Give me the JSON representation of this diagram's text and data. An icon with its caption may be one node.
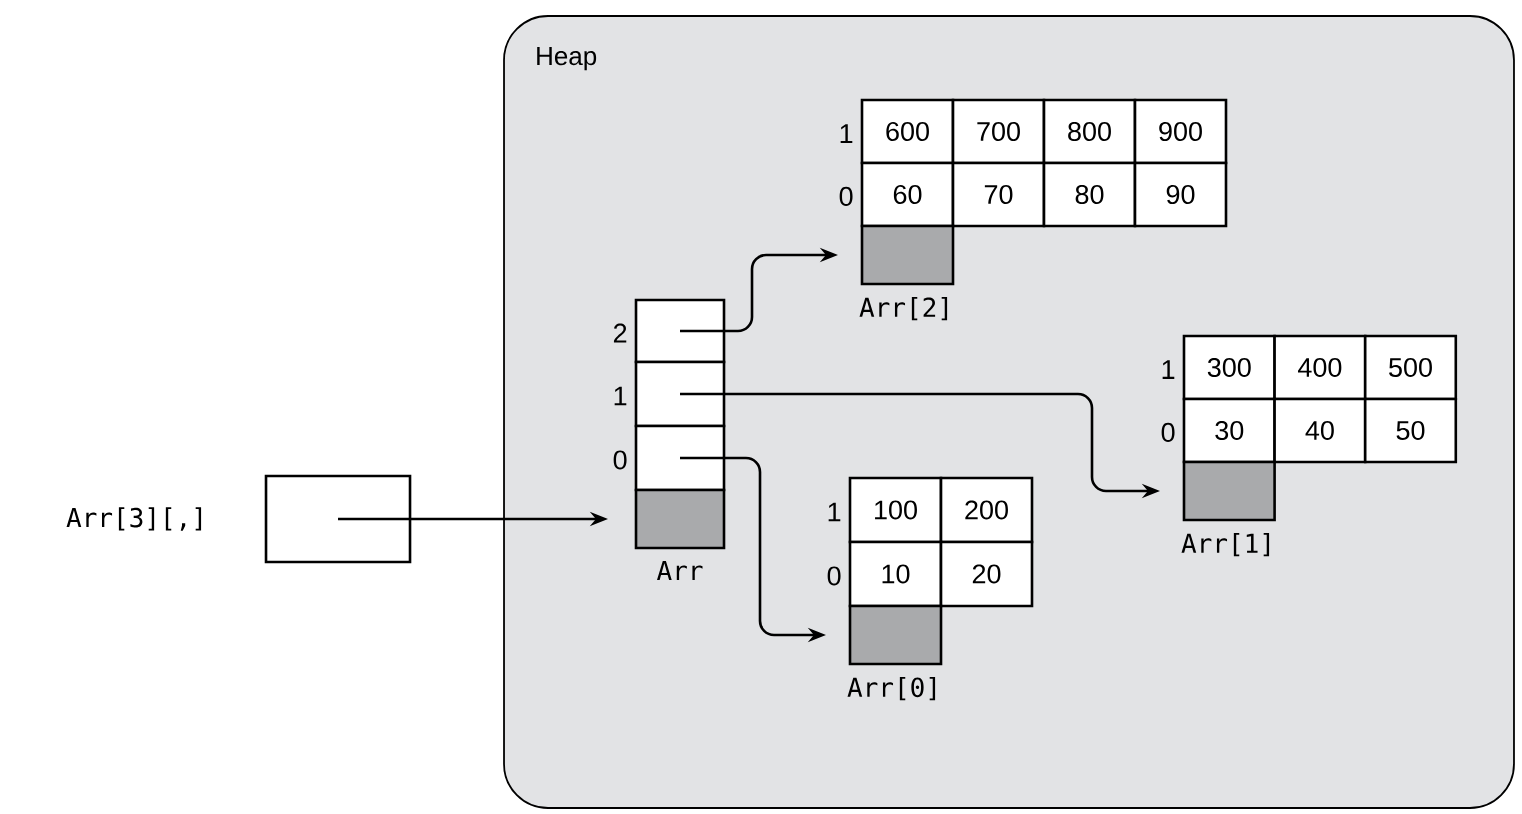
{
  "diagram": {
    "nodes": [
      {
        "text": [
          "Heap"
        ]
      },
      {
        "text": [
          "Arr[3][,]"
        ]
      },
      {
        "text": [],
        "shape": "box",
        "in": 0,
        "beside": [
          "2"
        ]
      },
      {
        "text": [],
        "shape": "box",
        "in": 0,
        "beside": [
          "1"
        ]
      },
      {
        "text": [],
        "shape": "box",
        "in": 0,
        "beside": [
          "0"
        ]
      },
      {
        "text": [],
        "shape": "box",
        "in": 0,
        "beside": [
          "Arr"
        ]
      },
      {
        "text": [
          "600"
        ],
        "in": 0,
        "beside": [
          "1"
        ]
      },
      {
        "text": [
          "700"
        ],
        "in": 0
      },
      {
        "text": [
          "800"
        ],
        "in": 0
      },
      {
        "text": [
          "900"
        ],
        "in": 0
      },
      {
        "text": [
          "60"
        ],
        "in": 0,
        "beside": [
          "0"
        ]
      },
      {
        "text": [
          "70"
        ],
        "in": 0
      },
      {
        "text": [
          "80"
        ],
        "in": 0
      },
      {
        "text": [
          "90"
        ],
        "in": 0
      },
      {
        "text": [],
        "shape": "box",
        "in": 0,
        "beside": [
          "Arr[2]"
        ]
      },
      {
        "text": [
          "300"
        ],
        "in": 0,
        "beside": [
          "1"
        ]
      },
      {
        "text": [
          "400"
        ],
        "in": 0
      },
      {
        "text": [
          "500"
        ],
        "in": 0
      },
      {
        "text": [
          "30"
        ],
        "in": 0,
        "beside": [
          "0"
        ]
      },
      {
        "text": [
          "40"
        ],
        "in": 0
      },
      {
        "text": [
          "50"
        ],
        "in": 0
      },
      {
        "text": [],
        "shape": "box",
        "in": 0,
        "beside": [
          "Arr[1]"
        ]
      },
      {
        "text": [
          "100"
        ],
        "in": 0,
        "beside": [
          "1"
        ]
      },
      {
        "text": [
          "200"
        ],
        "in": 0
      },
      {
        "text": [
          "10"
        ],
        "in": 0,
        "beside": [
          "0"
        ]
      },
      {
        "text": [
          "20"
        ],
        "in": 0
      },
      {
        "text": [],
        "shape": "box",
        "in": 0,
        "beside": [
          "Arr[0]"
        ]
      }
    ],
    "edges": [
      {
        "from": 1,
        "to": 5,
        "arrow": "to"
      },
      {
        "from": 2,
        "to": 14,
        "arrow": "to"
      },
      {
        "from": 3,
        "to": 21,
        "arrow": "to"
      },
      {
        "from": 4,
        "to": 26,
        "arrow": "to"
      }
    ]
  }
}
